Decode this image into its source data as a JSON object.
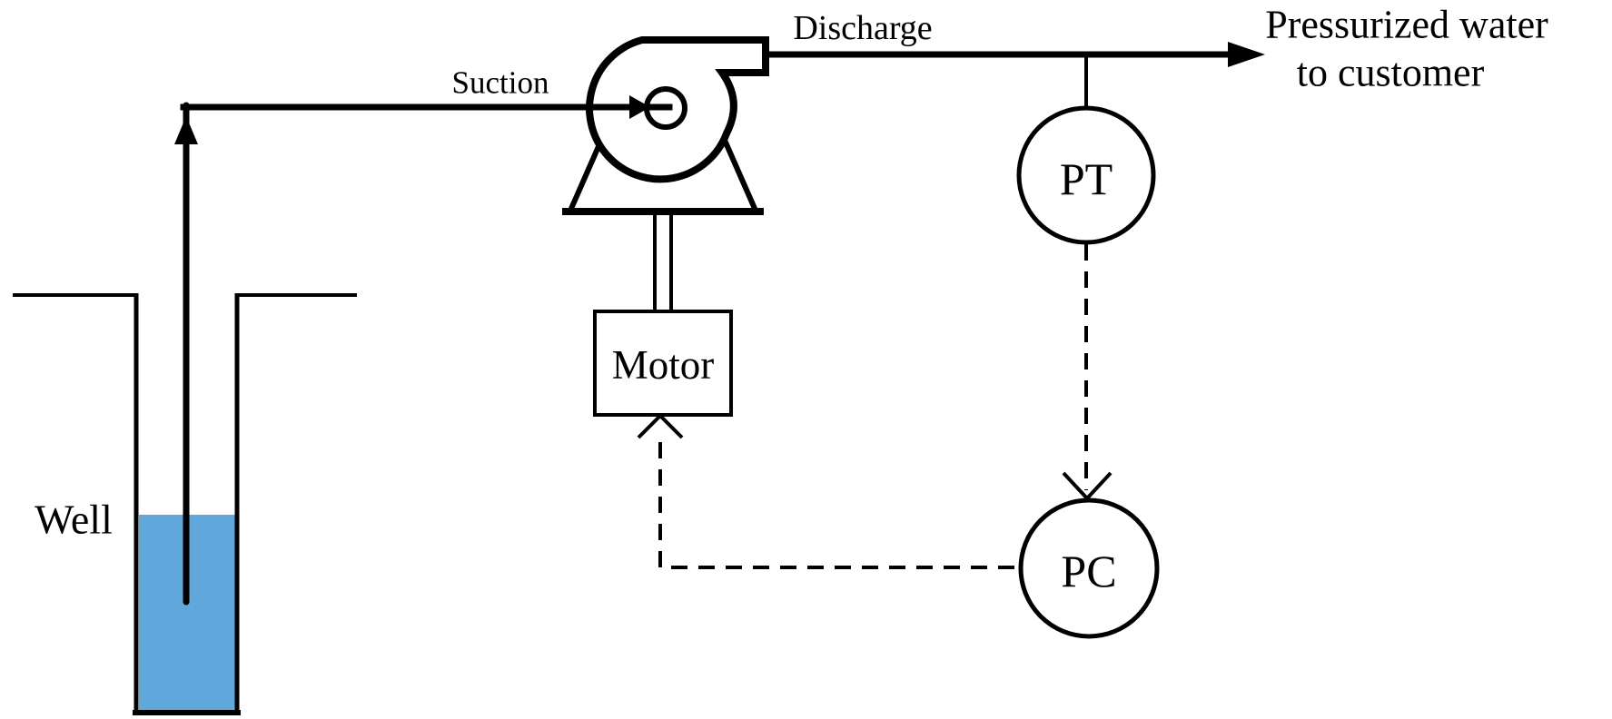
{
  "diagram": {
    "colors": {
      "line": "#000000",
      "water": "#60a8dc",
      "background": "#ffffff"
    },
    "labels": {
      "suction": "Suction",
      "discharge": "Discharge",
      "pressurized_water_line1": "Pressurized water",
      "pressurized_water_line2": "to customer",
      "well": "Well",
      "motor": "Motor",
      "pressure_transmitter": "PT",
      "pressure_controller": "PC"
    }
  }
}
